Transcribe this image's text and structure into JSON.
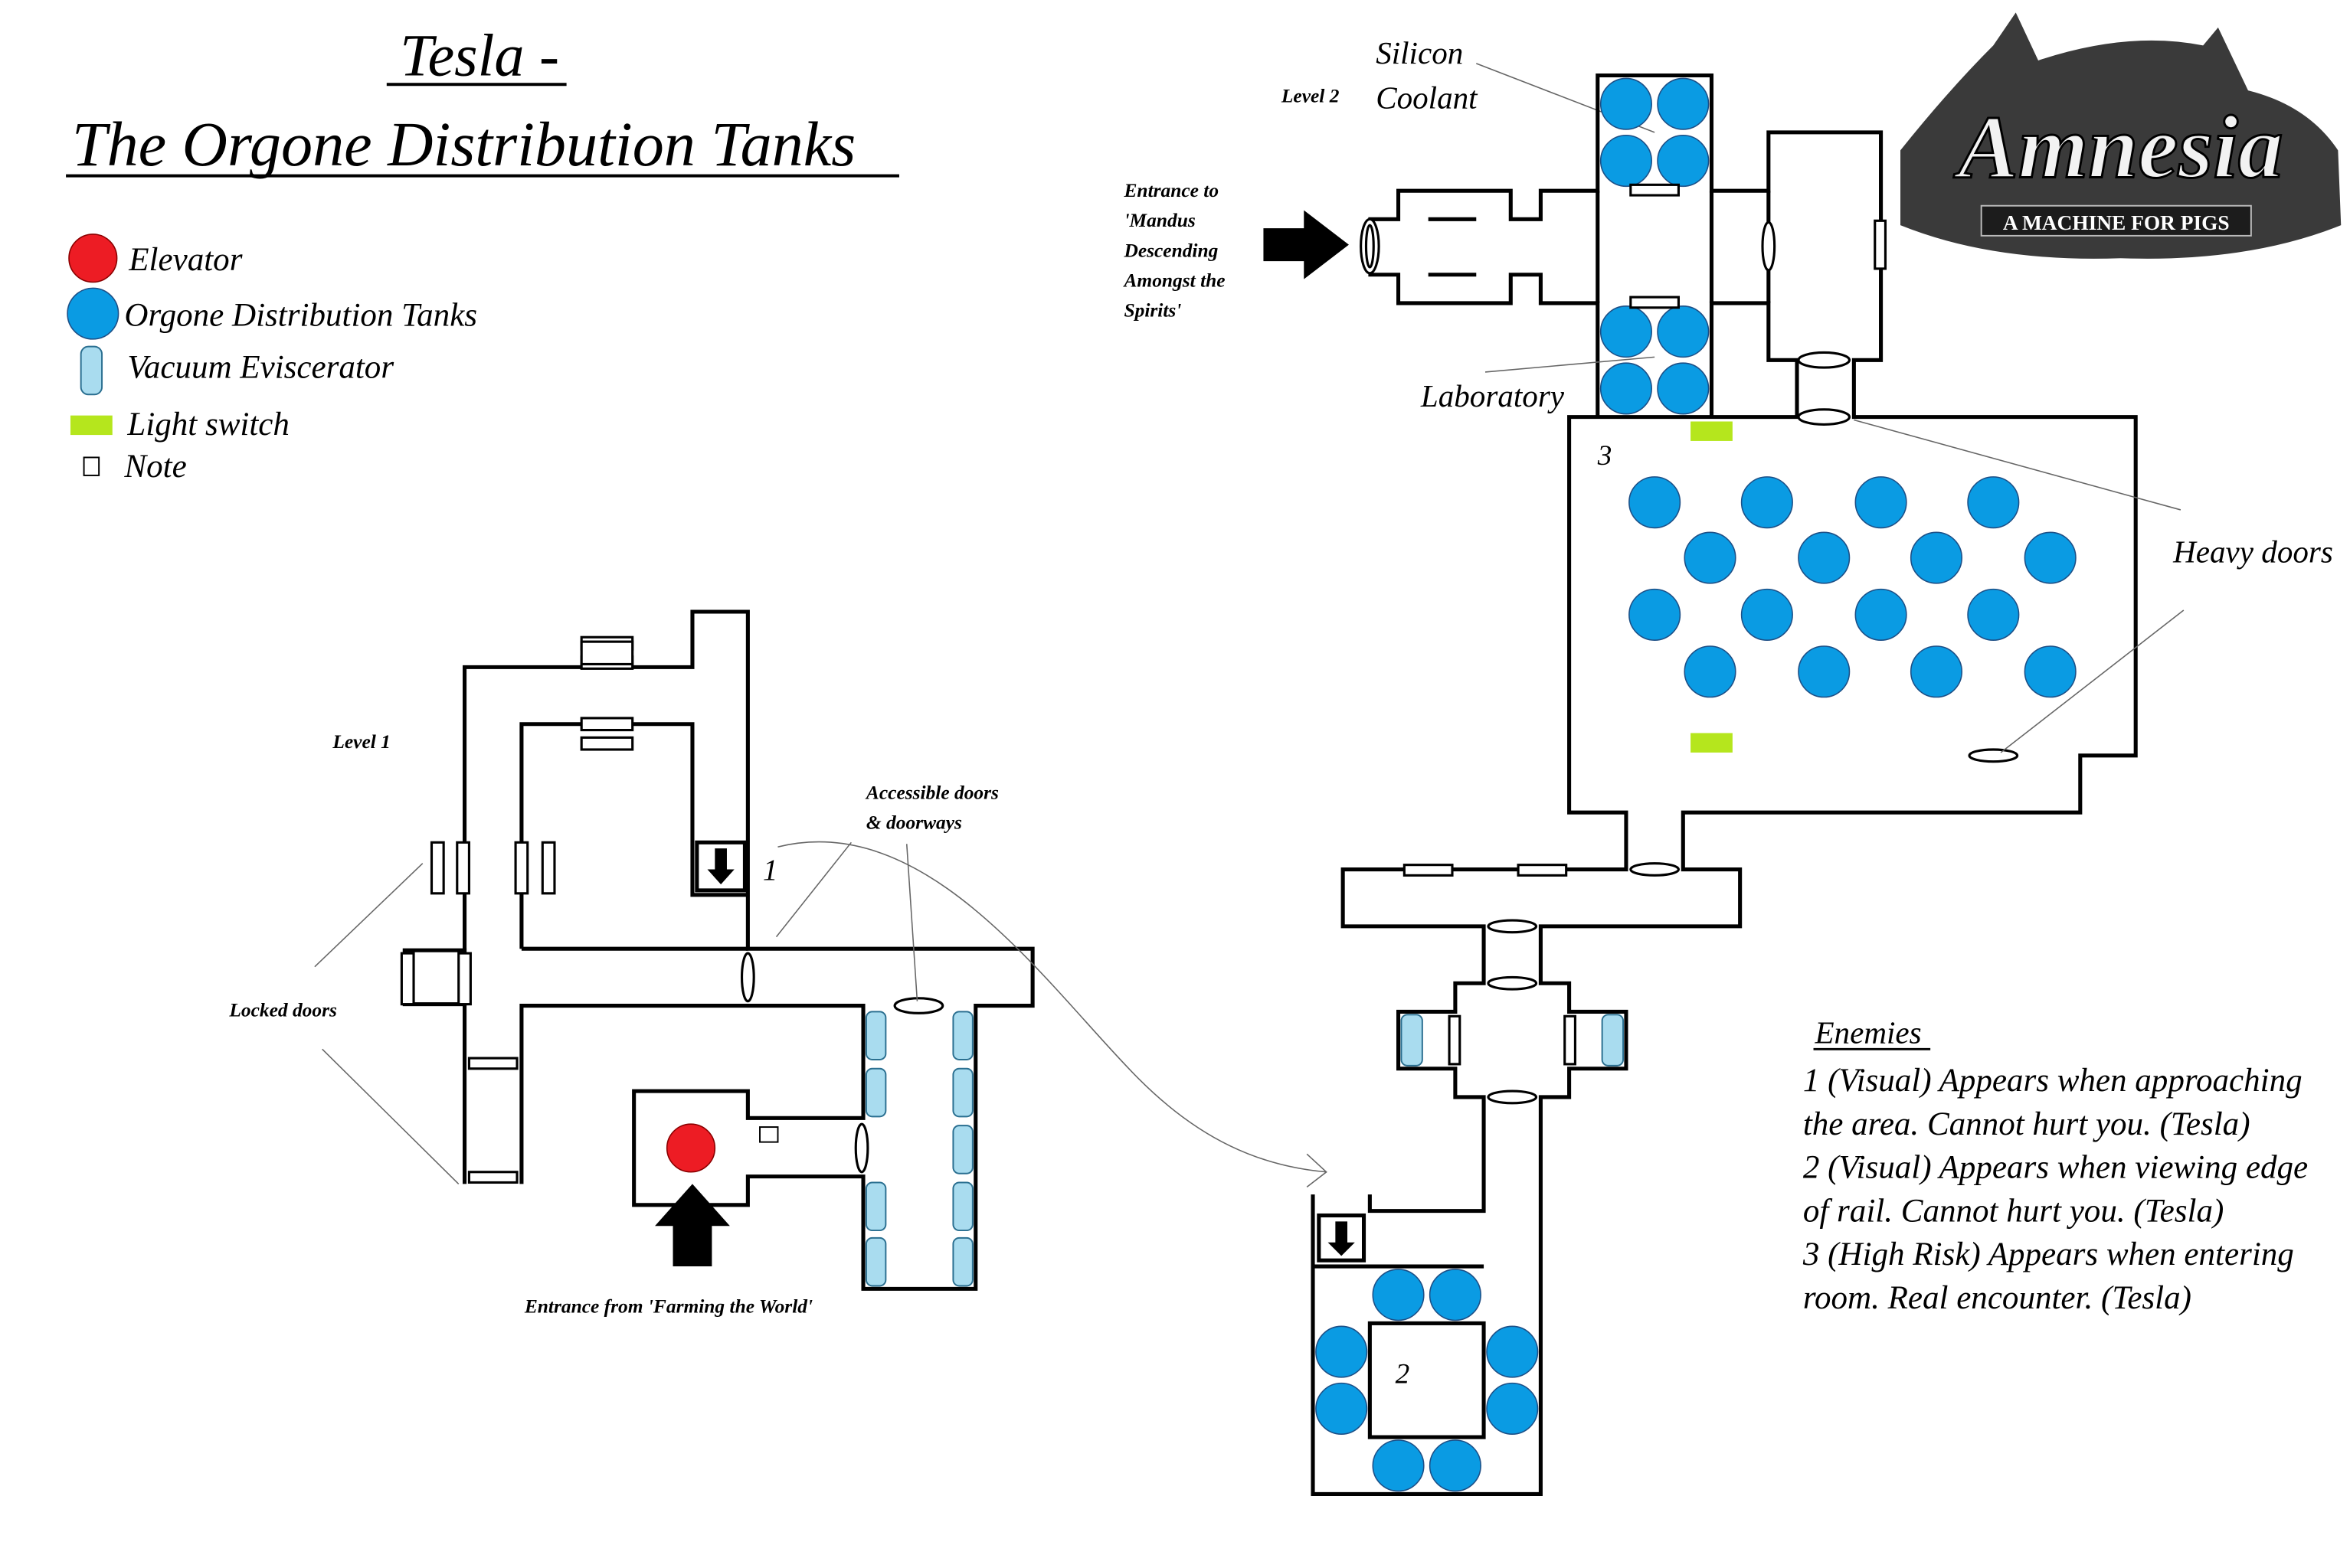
{
  "title": {
    "line1": "Tesla -",
    "line2": "The Orgone Distribution Tanks"
  },
  "legend": [
    {
      "label": "Elevator",
      "icon": "red-circle",
      "color": "#ed1c24"
    },
    {
      "label": "Orgone Distribution Tanks",
      "icon": "blue-circle",
      "color": "#0a9be3"
    },
    {
      "label": "Vacuum Eviscerator",
      "icon": "light-blue-pill",
      "color": "#a9dcef"
    },
    {
      "label": "Light switch",
      "icon": "green-rect",
      "color": "#b5e61d"
    },
    {
      "label": "Note",
      "icon": "small-square",
      "color": "#ffffff"
    }
  ],
  "logo": {
    "title": "Amnesia",
    "subtitle": "A MACHINE FOR PIGS"
  },
  "level2": {
    "level_label": "Level 2",
    "silicon": "Silicon",
    "coolant": "Coolant",
    "entrance": [
      "Entrance to",
      "'Mandus",
      "Descending",
      "Amongst the",
      "Spirits'"
    ],
    "laboratory": "Laboratory",
    "heavy_doors": "Heavy doors",
    "room3": "3",
    "room2": "2"
  },
  "level1": {
    "level_label": "Level 1",
    "accessible": [
      "Accessible doors",
      "& doorways"
    ],
    "marker1": "1",
    "locked_doors": "Locked doors",
    "entrance": "Entrance from 'Farming the World'"
  },
  "enemies": {
    "heading": "Enemies",
    "lines": [
      "1 (Visual) Appears when approaching",
      "the area. Cannot hurt you. (Tesla)",
      "2 (Visual) Appears when viewing edge",
      "of rail. Cannot hurt you. (Tesla)",
      "3 (High Risk) Appears when entering",
      "room. Real encounter. (Tesla)"
    ]
  }
}
